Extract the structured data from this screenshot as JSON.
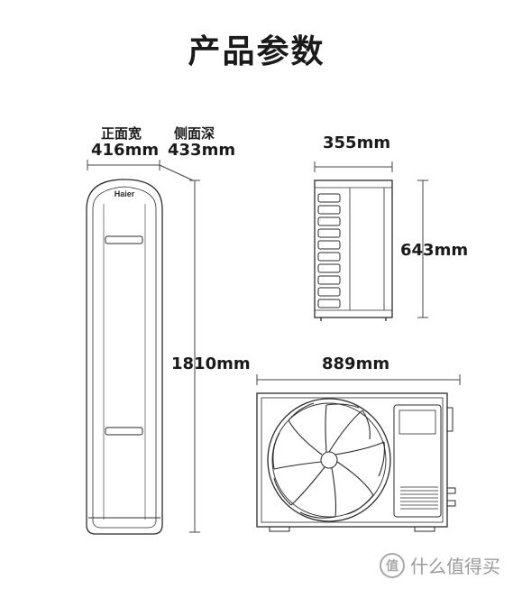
{
  "title": "产品参数",
  "indoor": {
    "brand_logo": "Haier",
    "front_width_label": "正面宽",
    "front_width_value": "416mm",
    "side_depth_label": "侧面深",
    "side_depth_value": "433mm",
    "height_value": "1810mm"
  },
  "outdoor_side": {
    "depth_value": "355mm",
    "height_value": "643mm"
  },
  "outdoor_front": {
    "width_value": "889mm"
  },
  "watermark": {
    "logo_glyph": "值",
    "text": "什么值得买"
  },
  "colors": {
    "line": "#2b2b2b",
    "dim_line": "#444444",
    "watermark": "#9a9a9a"
  }
}
